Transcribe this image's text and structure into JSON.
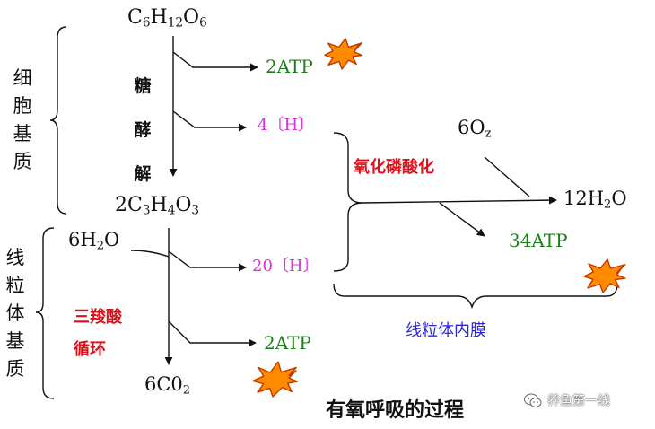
{
  "colors": {
    "black": "#111111",
    "green": "#1a7f1a",
    "magenta": "#e02de0",
    "red": "#e0101a",
    "blue": "#2a2ad0",
    "burst_fill": "#ff8a00",
    "burst_stroke": "#c23a00"
  },
  "regions": {
    "cytoplasm": [
      "细",
      "胞",
      "基",
      "质"
    ],
    "mito_matrix": [
      "线",
      "粒",
      "体",
      "基",
      "质"
    ]
  },
  "stage1": {
    "glucose": {
      "pre": "C",
      "s1": "6",
      "m1": "H",
      "s2": "12",
      "m2": "O",
      "s3": "6"
    },
    "glycolysis": [
      "糖",
      "酵",
      "解"
    ],
    "atp": "2ATP",
    "h": "4〔H〕",
    "pyruvate": {
      "pre": "2C",
      "s1": "3",
      "m1": "H",
      "s2": "4",
      "m2": "O",
      "s3": "3"
    }
  },
  "stage2": {
    "water": {
      "pre": "6H",
      "s1": "2",
      "post": "O"
    },
    "cycle": [
      "三羧酸",
      "循环"
    ],
    "h": "20〔H〕",
    "atp": "2ATP",
    "co2": {
      "pre": "6C0",
      "s1": "2"
    }
  },
  "stage3": {
    "oxygen": {
      "pre": "6O",
      "s1": "z"
    },
    "oxphos": "氧化磷酸化",
    "water": {
      "pre": "12H",
      "s1": "2",
      "post": "O"
    },
    "atp": "34ATP",
    "membrane": "线粒体内膜"
  },
  "title": "有氧呼吸的过程",
  "watermark": "养鱼第一线",
  "icons": {
    "watermark": "wechat-logo-icon"
  }
}
